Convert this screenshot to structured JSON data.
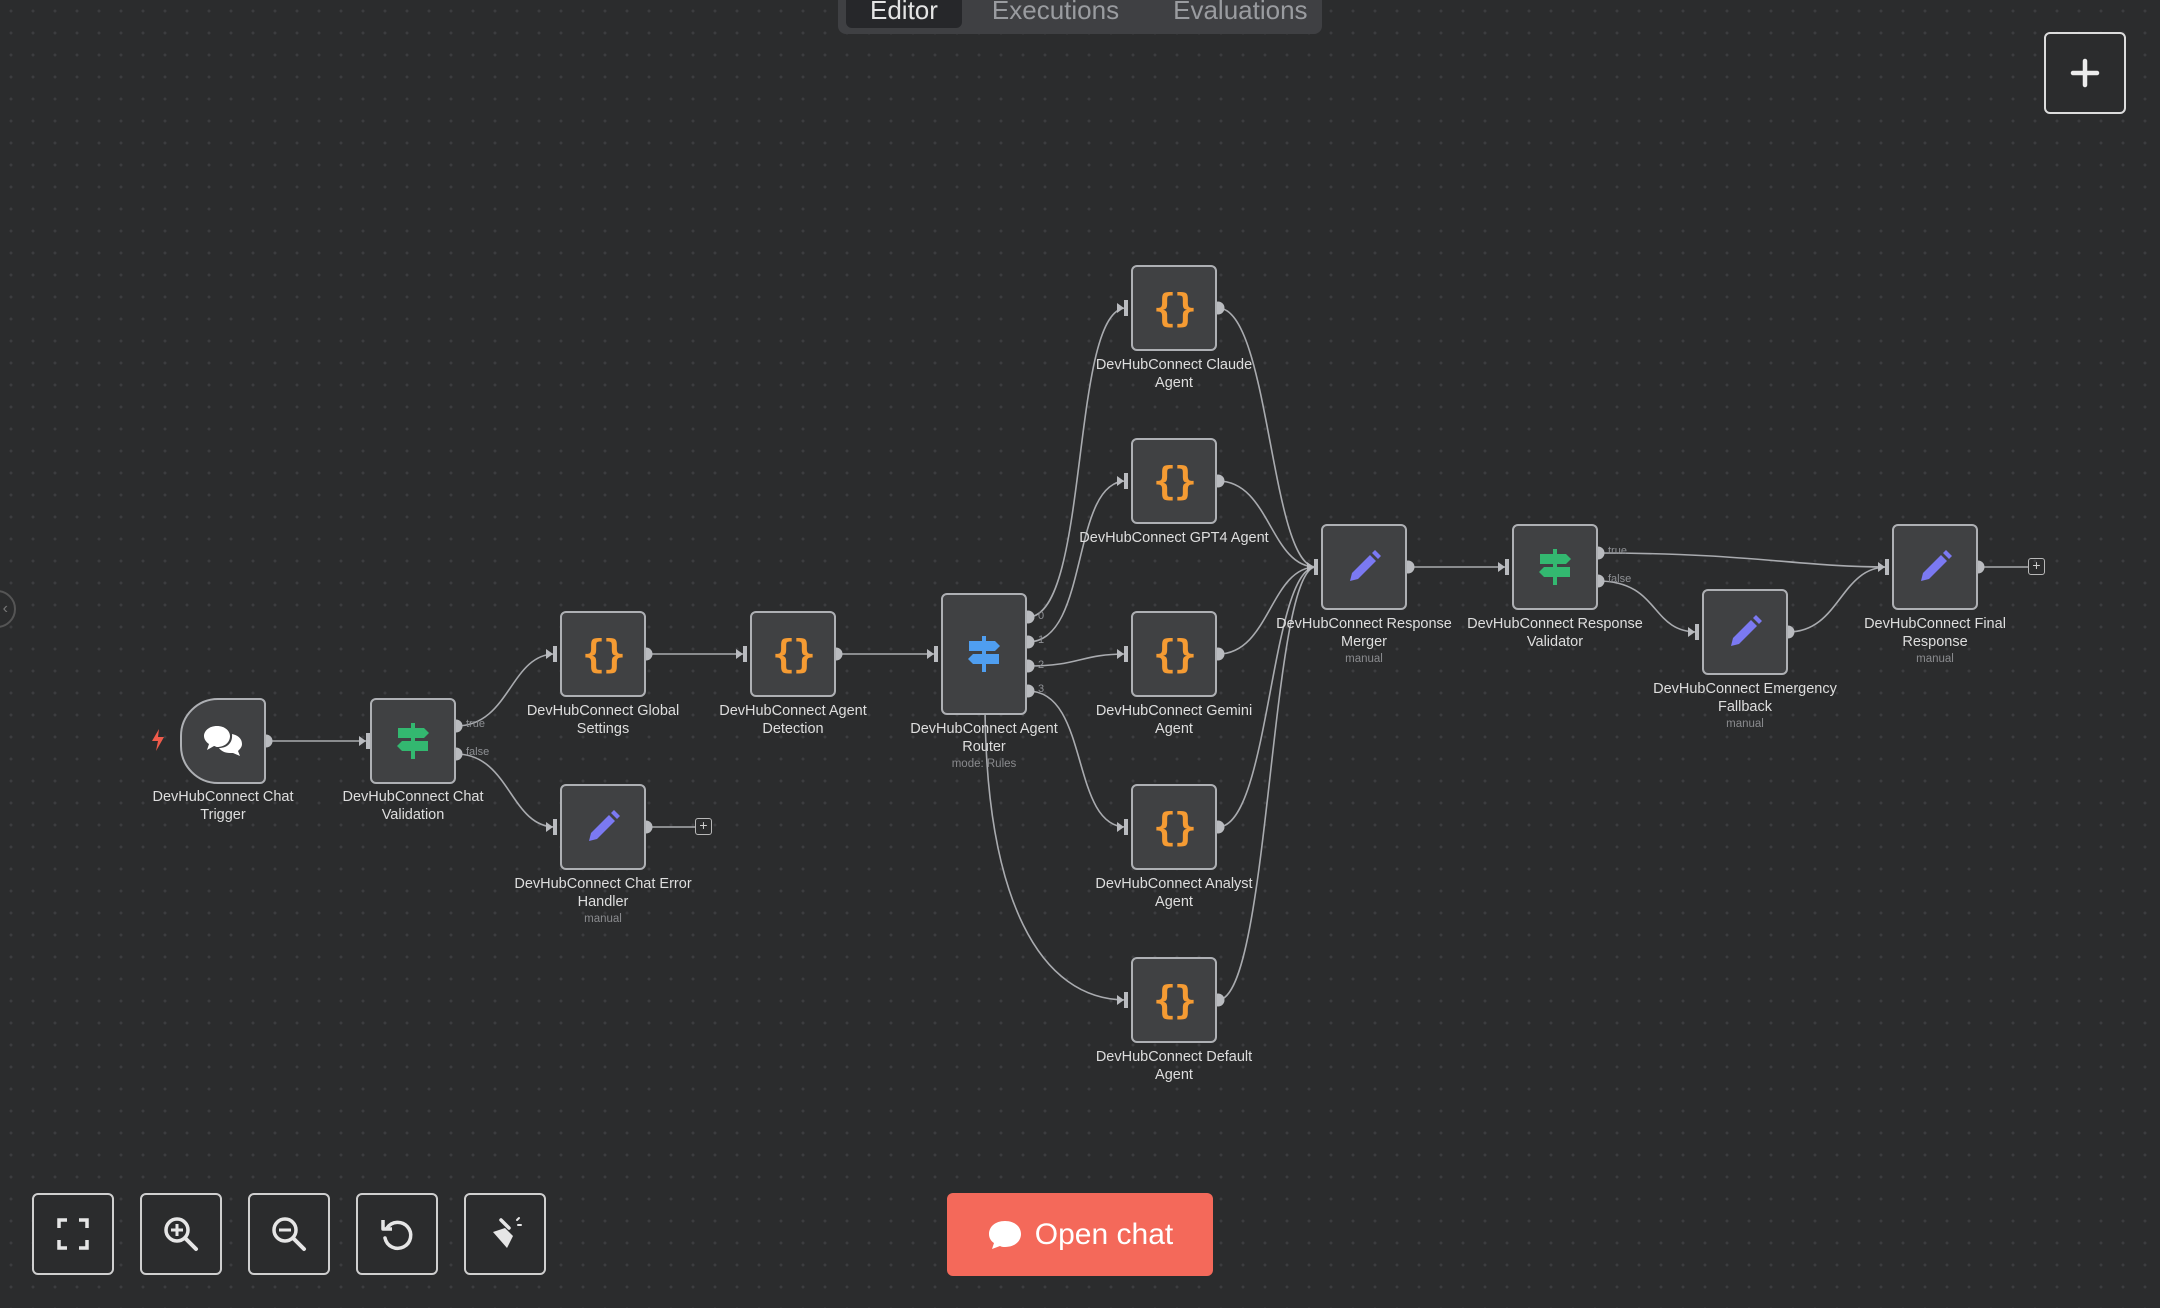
{
  "tabs": [
    {
      "label": "Editor",
      "active": true
    },
    {
      "label": "Executions",
      "active": false
    },
    {
      "label": "Evaluations",
      "active": false
    }
  ],
  "nodes": {
    "chat_trigger": {
      "label": "DevHubConnect Chat Trigger",
      "icon": "chat-bubbles-icon"
    },
    "chat_validation": {
      "label": "DevHubConnect Chat Validation",
      "icon": "signpost-icon",
      "ports": [
        "true",
        "false"
      ]
    },
    "global_settings": {
      "label": "DevHubConnect Global Settings",
      "icon": "code-braces-icon"
    },
    "chat_error_handler": {
      "label": "DevHubConnect Chat Error Handler",
      "subtitle": "manual",
      "icon": "pencil-icon"
    },
    "agent_detection": {
      "label": "DevHubConnect Agent Detection",
      "icon": "code-braces-icon"
    },
    "agent_router": {
      "label": "DevHubConnect Agent Router",
      "subtitle": "mode: Rules",
      "icon": "signpost-icon",
      "ports": [
        "0",
        "1",
        "2",
        "3"
      ]
    },
    "claude_agent": {
      "label": "DevHubConnect Claude Agent",
      "icon": "code-braces-icon"
    },
    "gpt4_agent": {
      "label": "DevHubConnect GPT4 Agent",
      "icon": "code-braces-icon"
    },
    "gemini_agent": {
      "label": "DevHubConnect Gemini Agent",
      "icon": "code-braces-icon"
    },
    "analyst_agent": {
      "label": "DevHubConnect Analyst Agent",
      "icon": "code-braces-icon"
    },
    "default_agent": {
      "label": "DevHubConnect Default Agent",
      "icon": "code-braces-icon"
    },
    "response_merger": {
      "label": "DevHubConnect Response Merger",
      "subtitle": "manual",
      "icon": "pencil-icon"
    },
    "response_validator": {
      "label": "DevHubConnect Response Validator",
      "icon": "signpost-icon",
      "ports": [
        "true",
        "false"
      ]
    },
    "emergency_fallback": {
      "label": "DevHubConnect Emergency Fallback",
      "subtitle": "manual",
      "icon": "pencil-icon"
    },
    "final_response": {
      "label": "DevHubConnect Final Response",
      "subtitle": "manual",
      "icon": "pencil-icon"
    }
  },
  "canvas_controls": [
    "fit-view-icon",
    "zoom-in-icon",
    "zoom-out-icon",
    "reset-zoom-icon",
    "tidy-up-icon"
  ],
  "open_chat": {
    "label": "Open chat",
    "icon": "chat-bubble-icon"
  },
  "colors": {
    "background": "#2b2c2d",
    "node_fill": "#404143",
    "code_icon": "#f59b33",
    "pencil_icon": "#7b79f2",
    "if_icon": "#33b870",
    "router_icon": "#4f9ef0",
    "trigger_bolt": "#ef5b4b",
    "open_chat": "#f4695a"
  }
}
